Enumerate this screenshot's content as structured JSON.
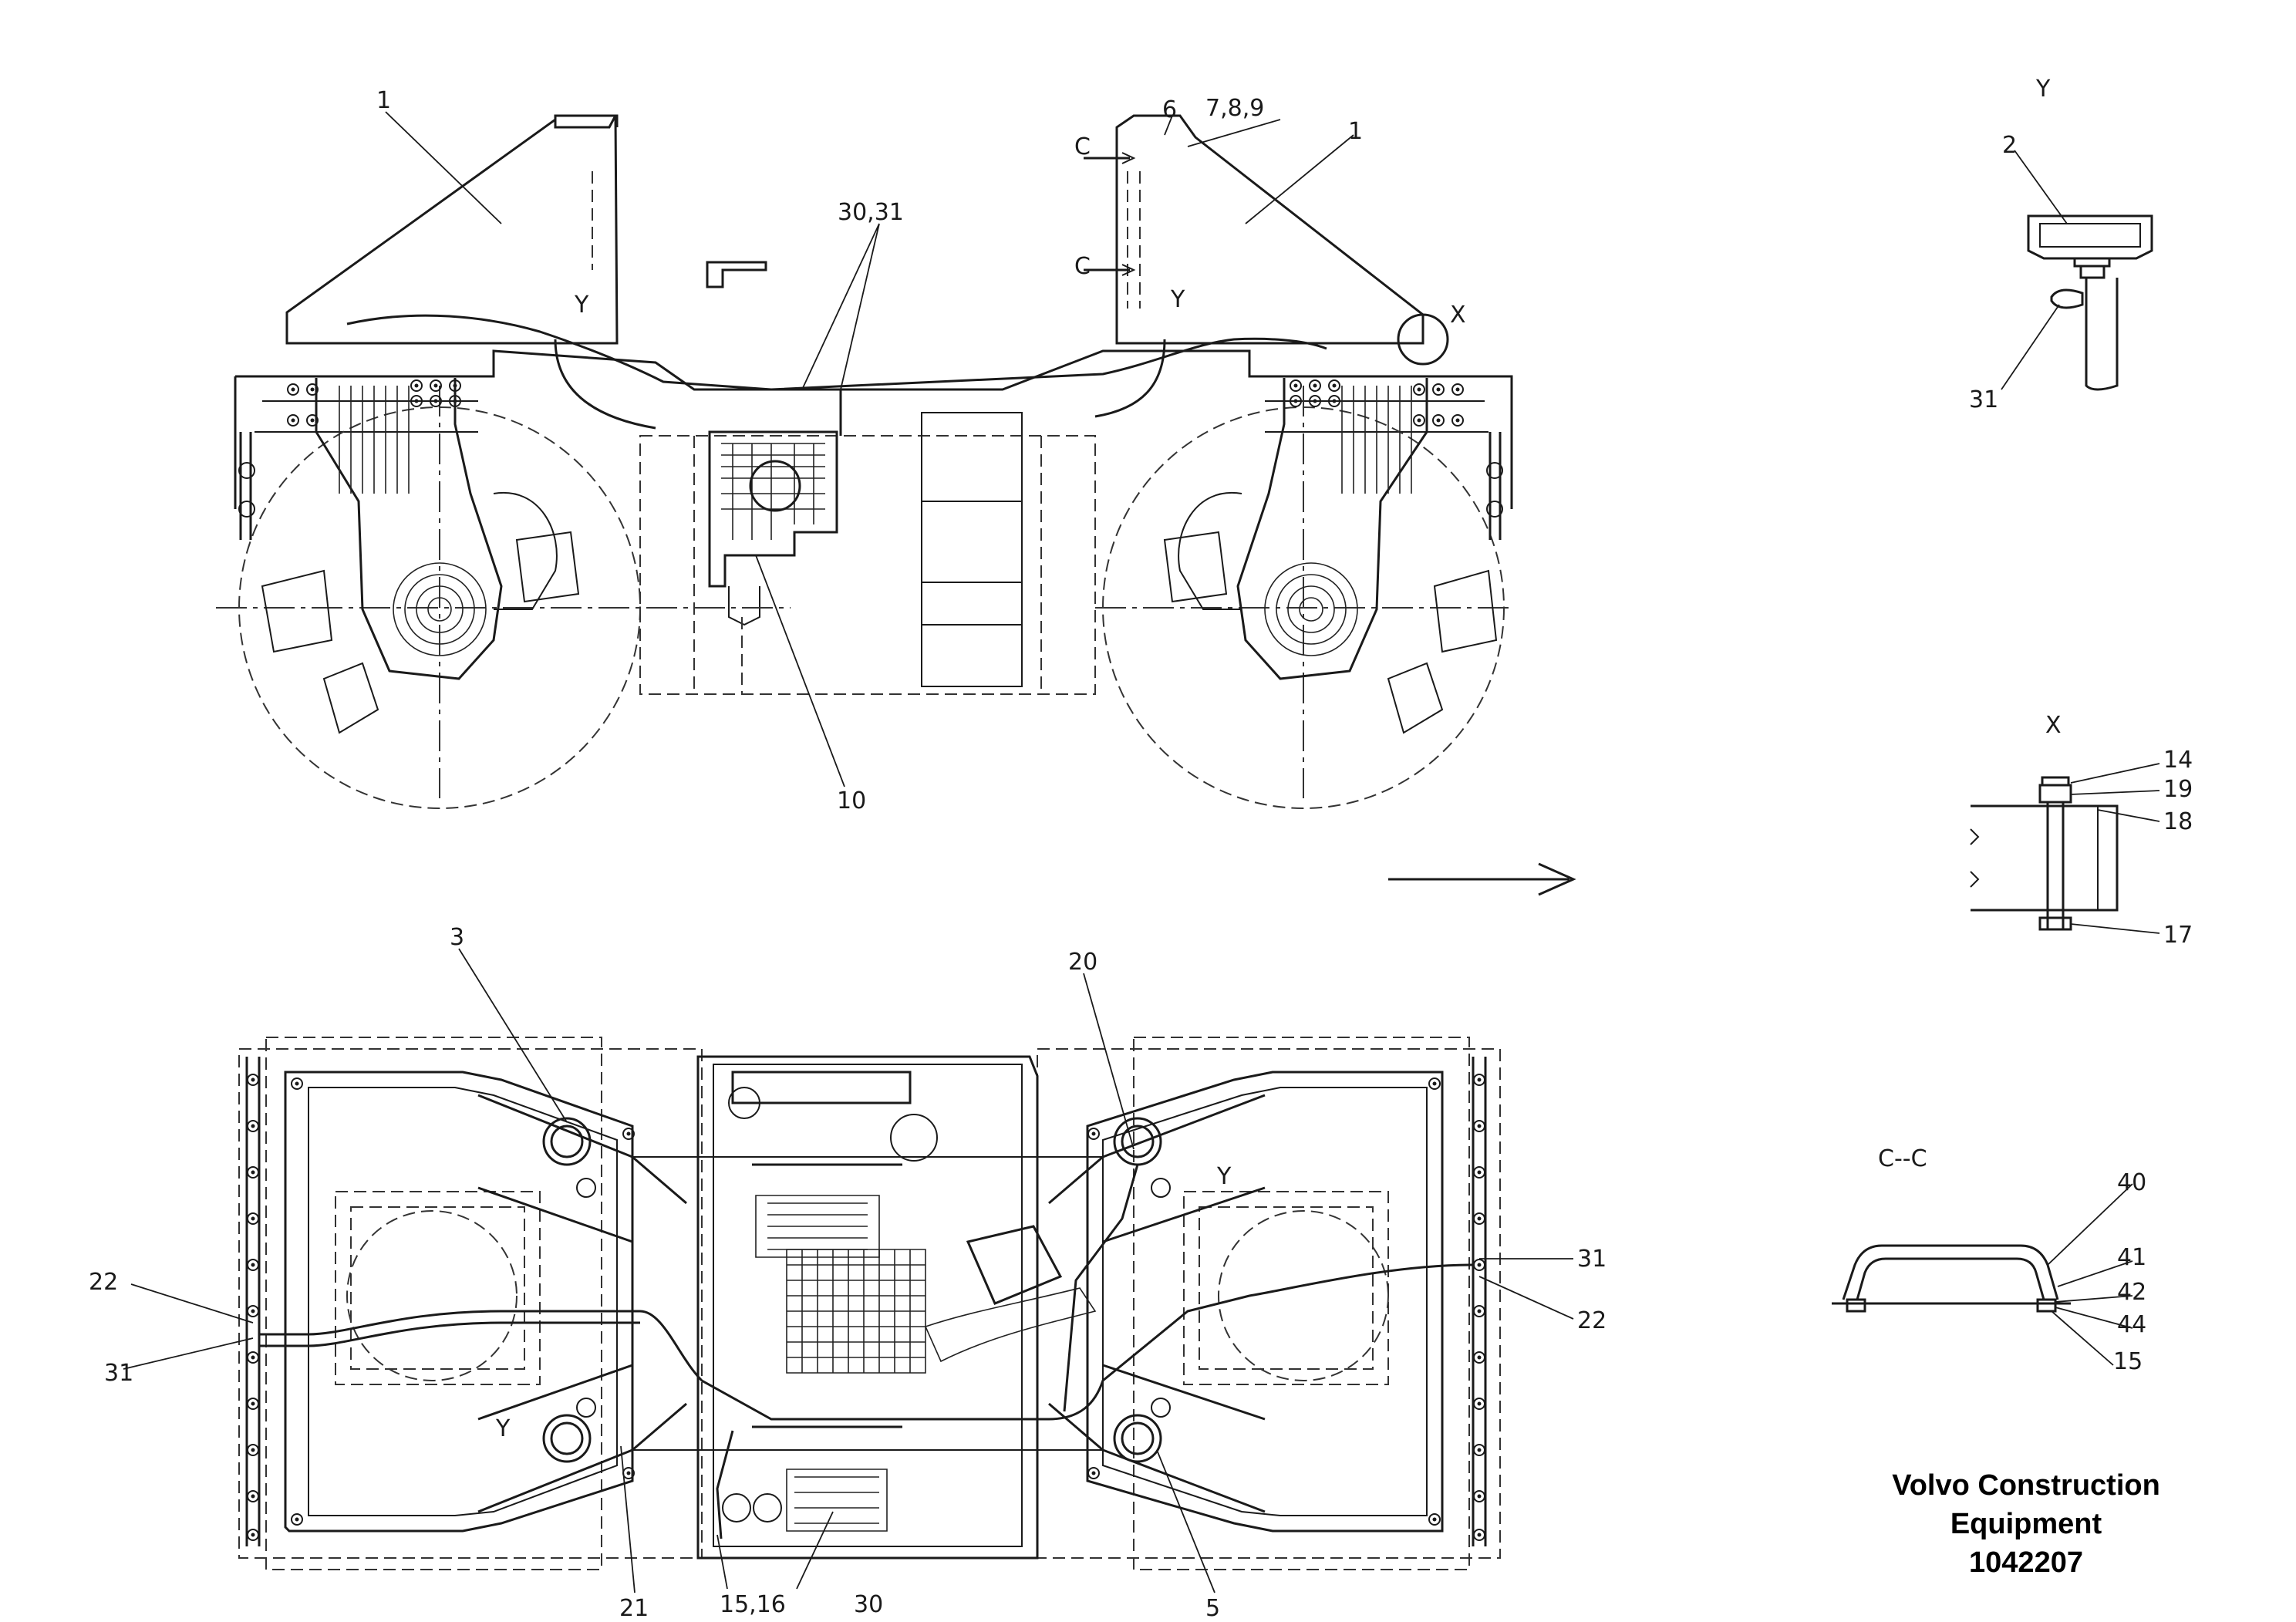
{
  "views": {
    "y_title": "Y",
    "x_title": "X",
    "cc_title": "C--C"
  },
  "side_view_labels": {
    "p1_left": "1",
    "p1_right": "1",
    "p6": "6",
    "p789": "7,8,9",
    "p3031": "30,31",
    "p10": "10",
    "c_top": "C",
    "c_bottom": "C",
    "y_left": "Y",
    "y_right": "Y",
    "x_mark": "X"
  },
  "detail_y_labels": {
    "p2": "2",
    "p31": "31"
  },
  "detail_x_labels": {
    "p14": "14",
    "p19": "19",
    "p18": "18",
    "p17": "17"
  },
  "detail_cc_labels": {
    "p40": "40",
    "p41": "41",
    "p42": "42",
    "p44": "44",
    "p15": "15"
  },
  "top_view_labels": {
    "p3": "3",
    "p20": "20",
    "p22_left": "22",
    "p31_left": "31",
    "p31_right": "31",
    "p22_right": "22",
    "p21": "21",
    "p1516": "15,16",
    "p30": "30",
    "p5": "5",
    "y_upper": "Y",
    "y_lower": "Y"
  },
  "caption": {
    "line1": "Volvo Construction",
    "line2": "Equipment",
    "line3": "1042207"
  }
}
